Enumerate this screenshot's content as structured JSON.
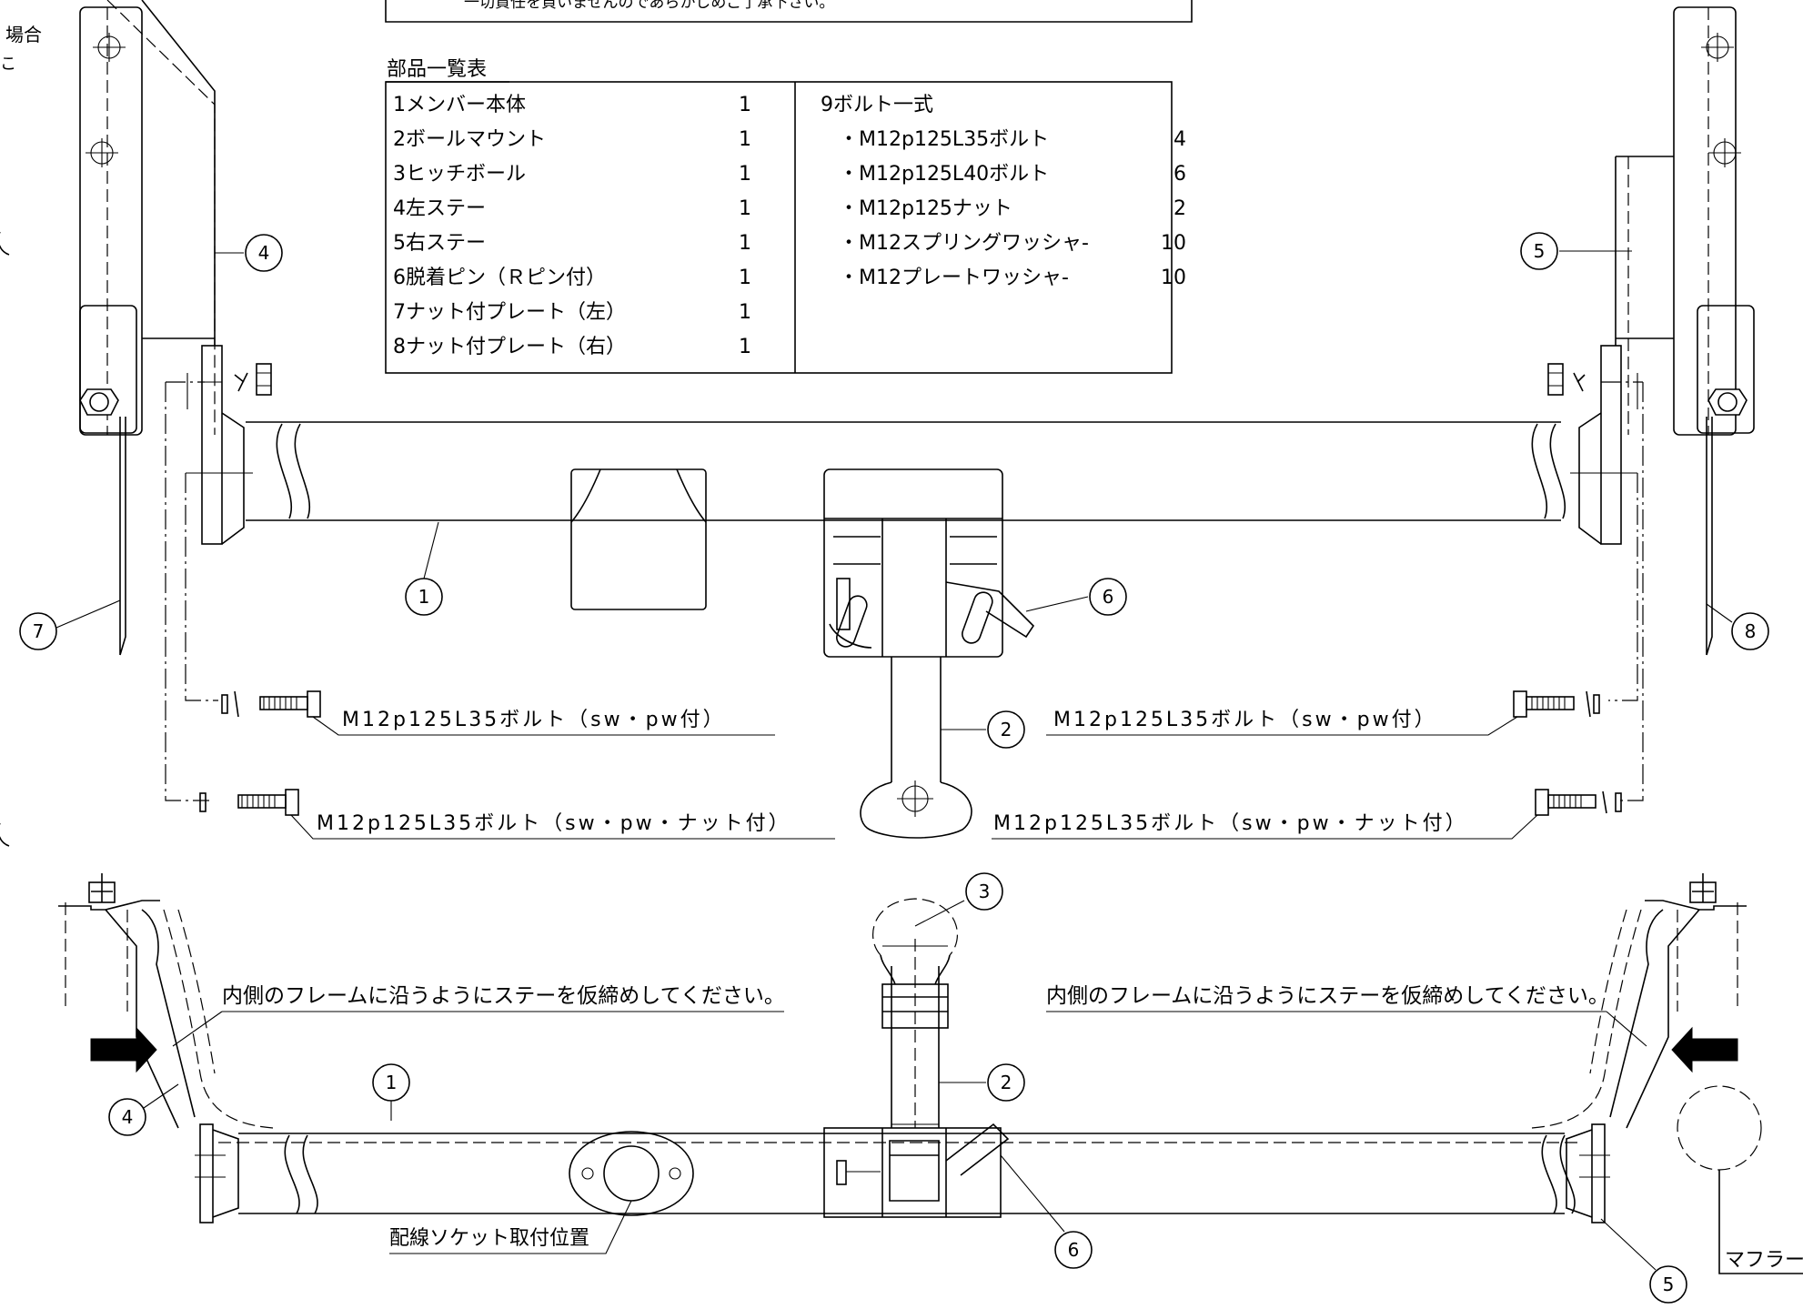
{
  "top_notice": "一切責任を負いませんのであらかじめご了承下さい。",
  "left_cut_text": [
    "場合",
    "こ"
  ],
  "parts_title": "部品一覧表",
  "parts_left": [
    {
      "name": "1メンバー本体",
      "qty": "1"
    },
    {
      "name": "2ボールマウント",
      "qty": "1"
    },
    {
      "name": "3ヒッチボール",
      "qty": "1"
    },
    {
      "name": "4左ステー",
      "qty": "1"
    },
    {
      "name": "5右ステー",
      "qty": "1"
    },
    {
      "name": "6脱着ピン（Ｒピン付）",
      "qty": "1"
    },
    {
      "name": "7ナット付プレート（左）",
      "qty": "1"
    },
    {
      "name": "8ナット付プレート（右）",
      "qty": "1"
    }
  ],
  "parts_right_title": "9ボルト一式",
  "parts_right": [
    {
      "name": "・M12p125L35ボルト",
      "qty": "4"
    },
    {
      "name": "・M12p125L40ボルト",
      "qty": "6"
    },
    {
      "name": "・M12p125ナット",
      "qty": "2"
    },
    {
      "name": "・M12スプリングワッシャ-",
      "qty": "10"
    },
    {
      "name": "・M12プレートワッシャ-",
      "qty": "10"
    }
  ],
  "bolt_labels": {
    "left_upper": "M12p125L35ボルト（sw・pw付）",
    "right_upper": "M12p125L35ボルト（sw・pw付）",
    "left_lower": "M12p125L35ボルト（sw・pw・ナット付）",
    "right_lower": "M12p125L35ボルト（sw・pw・ナット付）"
  },
  "note_left": "内側のフレームに沿うようにステーを仮締めしてください。",
  "note_right": "内側のフレームに沿うようにステーを仮締めしてください。",
  "socket_label": "配線ソケット取付位置",
  "muffler_label": "マフラー",
  "callouts": {
    "c1": "1",
    "c2": "2",
    "c3": "3",
    "c4": "4",
    "c5": "5",
    "c6": "6",
    "c7": "7",
    "c8": "8"
  }
}
